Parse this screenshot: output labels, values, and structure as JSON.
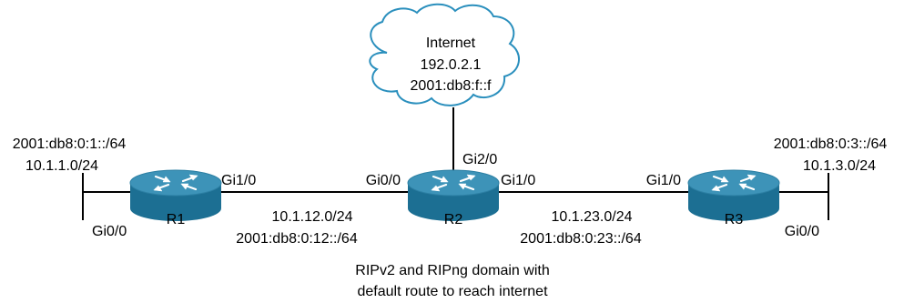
{
  "internet": {
    "name": "Internet",
    "ipv4": "192.0.2.1",
    "ipv6": "2001:db8:f::f"
  },
  "routers": {
    "r1": {
      "name": "R1",
      "lan_ipv6": "2001:db8:0:1::/64",
      "lan_ipv4": "10.1.1.0/24",
      "if_lan": "Gi0/0",
      "if_link": "Gi1/0"
    },
    "r2": {
      "name": "R2",
      "if_internet": "Gi2/0",
      "if_left": "Gi0/0",
      "if_right": "Gi1/0"
    },
    "r3": {
      "name": "R3",
      "lan_ipv6": "2001:db8:0:3::/64",
      "lan_ipv4": "10.1.3.0/24",
      "if_lan": "Gi0/0",
      "if_link": "Gi1/0"
    }
  },
  "links": {
    "r1_r2": {
      "ipv4": "10.1.12.0/24",
      "ipv6": "2001:db8:0:12::/64"
    },
    "r2_r3": {
      "ipv4": "10.1.23.0/24",
      "ipv6": "2001:db8:0:23::/64"
    }
  },
  "caption": {
    "line1": "RIPv2 and RIPng domain with",
    "line2": "default route to reach internet"
  },
  "colors": {
    "router_top": "#3d93b8",
    "router_body": "#1c6f93",
    "cloud_stroke": "#2a8fbd",
    "line": "#000000"
  }
}
